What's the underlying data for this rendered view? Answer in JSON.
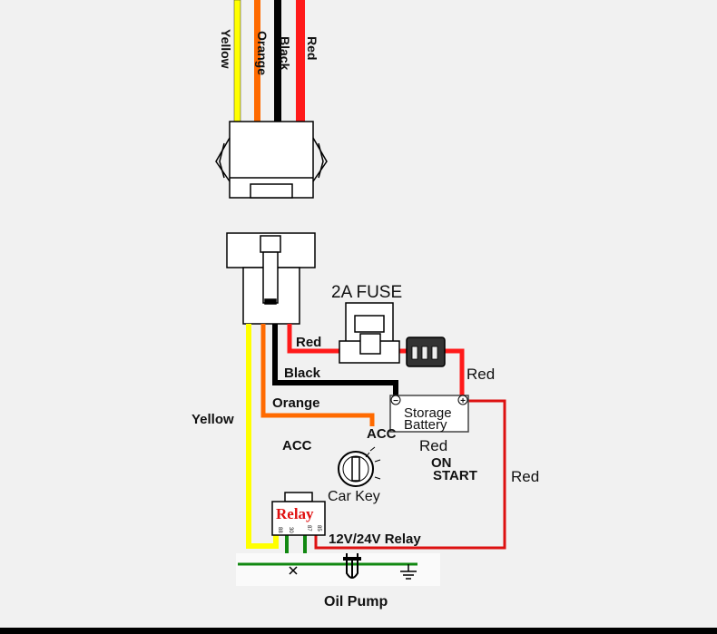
{
  "colors": {
    "yellow": "#ffff00",
    "orange": "#ff6a00",
    "black": "#000000",
    "red": "#ff1a1a",
    "dark_red": "#dd1111",
    "green": "#118811",
    "relay_text": "#e01010"
  },
  "top_wires": {
    "yellow": "Yellow",
    "orange": "Orange",
    "black": "Black",
    "red": "Red"
  },
  "labels": {
    "fuse": "2A FUSE",
    "wire_red_fuse": "Red",
    "wire_black": "Black",
    "wire_orange": "Orange",
    "wire_yellow": "Yellow",
    "wire_red_battery": "Red",
    "battery_line1": "Storage",
    "battery_line2": "Battery",
    "battery_minus": "−",
    "battery_plus": "+",
    "acc_left": "ACC",
    "acc_right": "ACC",
    "key_red": "Red",
    "key_on": "ON",
    "key_start": "START",
    "wire_red_right": "Red",
    "car_key": "Car Key",
    "relay": "Relay",
    "pin_88": "88",
    "pin_30": "30",
    "pin_87": "87",
    "pin_85": "85",
    "relay_type": "12V/24V Relay",
    "oil_pump": "Oil Pump"
  },
  "icons": {
    "connector_top": "connector-housing-icon",
    "connector_bottom": "connector-socket-icon",
    "fuse": "fuse-holder-icon",
    "fuse_block": "fuse-block-icon",
    "battery": "battery-icon",
    "key": "ignition-key-icon",
    "relay": "relay-icon",
    "pump": "oil-pump-icon",
    "ground": "ground-icon"
  }
}
